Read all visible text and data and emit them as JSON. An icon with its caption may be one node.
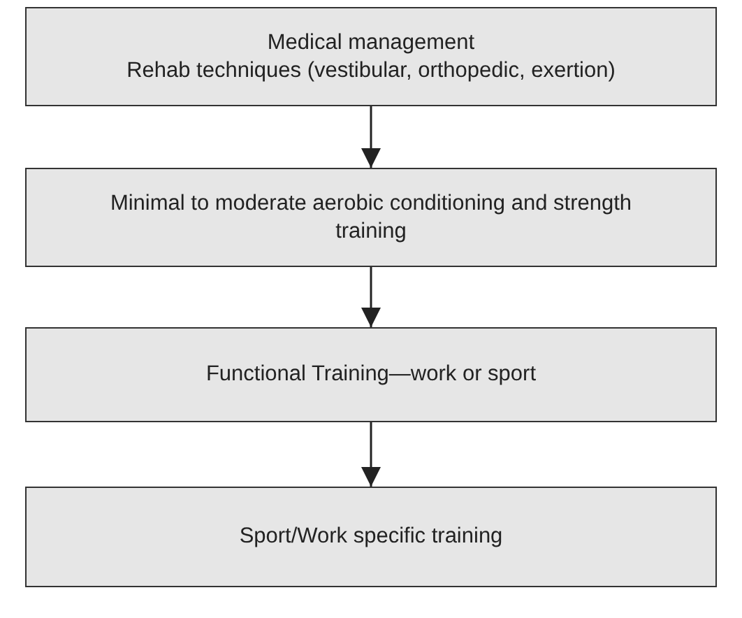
{
  "diagram": {
    "nodes": [
      {
        "text": [
          "Medical management",
          "Rehab techniques (vestibular, orthopedic, exertion)"
        ]
      },
      {
        "text": [
          "Minimal to moderate aerobic conditioning and strength training"
        ]
      },
      {
        "text": [
          "Functional Training—work or sport"
        ]
      },
      {
        "text": [
          "Sport/Work specific training"
        ]
      }
    ],
    "edges": [
      {
        "from": 0,
        "to": 1,
        "arrow": "to"
      },
      {
        "from": 1,
        "to": 2,
        "arrow": "to"
      },
      {
        "from": 2,
        "to": 3,
        "arrow": "to"
      }
    ]
  }
}
